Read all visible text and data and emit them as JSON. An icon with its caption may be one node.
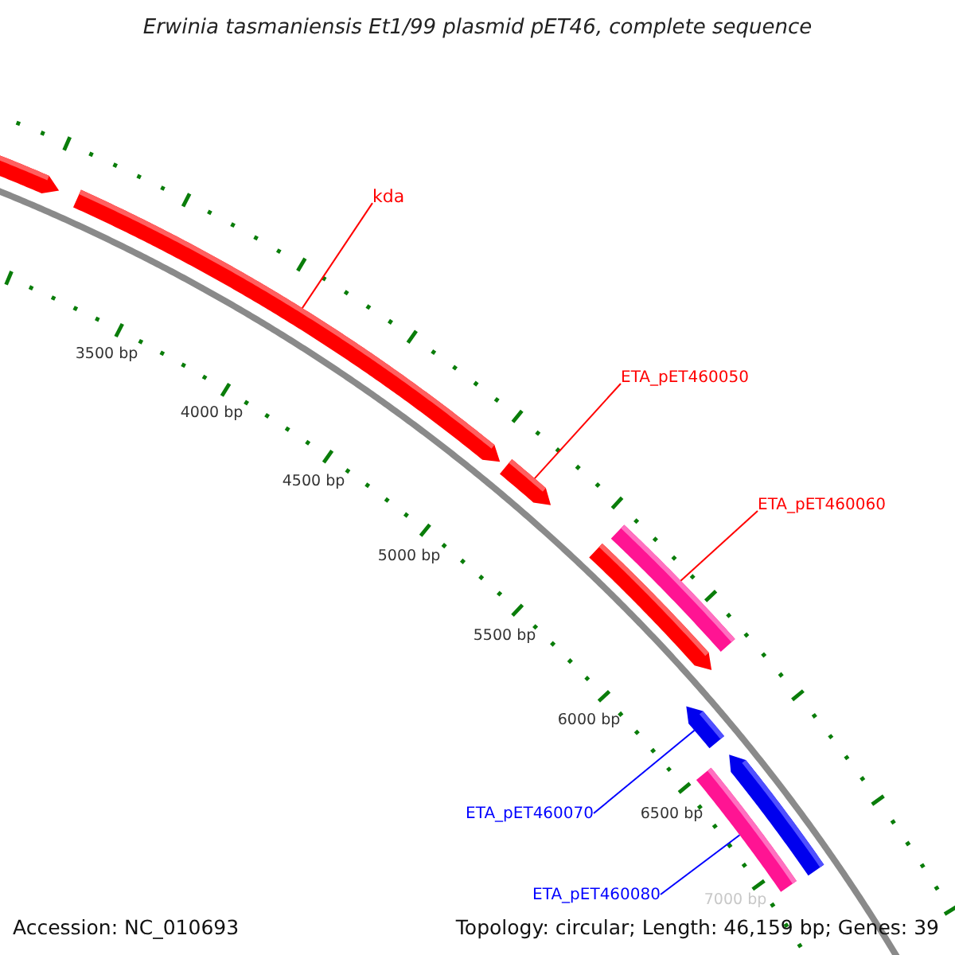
{
  "diagram": {
    "title": "Erwinia tasmaniensis Et1/99 plasmid pET46, complete sequence",
    "nodes": [
      {
        "text": [],
        "shape": "arrow"
      },
      {
        "text": [],
        "shape": "arrow"
      },
      {
        "text": [],
        "shape": "arrow"
      },
      {
        "text": [],
        "shape": "bar"
      },
      {
        "text": [],
        "shape": "arrow"
      },
      {
        "text": [],
        "shape": "arrow"
      },
      {
        "text": [],
        "shape": "bar"
      },
      {
        "text": [],
        "shape": "arrow"
      },
      {
        "text": [
          "kda"
        ]
      },
      {
        "text": [
          "ETA_pET460050"
        ]
      },
      {
        "text": [
          "ETA_pET460060"
        ]
      },
      {
        "text": [
          "ETA_pET460070"
        ]
      },
      {
        "text": [
          "ETA_pET460080"
        ]
      }
    ],
    "edges": [
      {
        "from": 8,
        "to": 1,
        "arrow": "none"
      },
      {
        "from": 9,
        "to": 2,
        "arrow": "none"
      },
      {
        "from": 10,
        "to": 3,
        "arrow": "none"
      },
      {
        "from": 11,
        "to": 5,
        "arrow": "none",
        "color": "#0000ff"
      },
      {
        "from": 12,
        "to": 6,
        "arrow": "none",
        "color": "#0000ff"
      }
    ],
    "labels": [
      "3500 bp",
      "4000 bp",
      "4500 bp",
      "5000 bp",
      "5500 bp",
      "6000 bp",
      "6500 bp",
      "7000 bp",
      "Accession: NC_010693",
      "Topology: circular; Length: 46,159 bp; Genes: 39"
    ]
  }
}
